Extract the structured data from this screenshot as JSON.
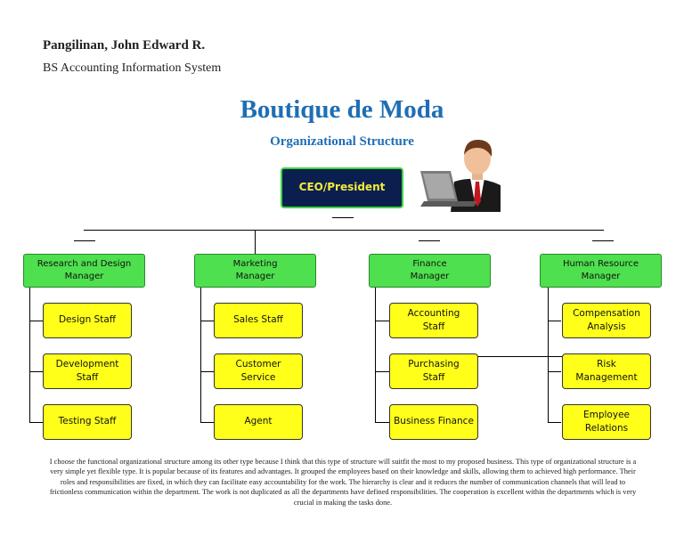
{
  "header": {
    "author": "Pangilinan, John Edward R.",
    "program": "BS Accounting Information System"
  },
  "title": "Boutique de Moda",
  "subtitle": "Organizational Structure",
  "ceo": {
    "label": "CEO/President"
  },
  "departments": [
    {
      "manager": [
        "Research and Design",
        "Manager"
      ],
      "staff": [
        [
          "Design Staff"
        ],
        [
          "Development",
          "Staff"
        ],
        [
          "Testing Staff"
        ]
      ]
    },
    {
      "manager": [
        "Marketing",
        "Manager"
      ],
      "staff": [
        [
          "Sales Staff"
        ],
        [
          "Customer",
          "Service"
        ],
        [
          "Agent"
        ]
      ]
    },
    {
      "manager": [
        "Finance",
        "Manager"
      ],
      "staff": [
        [
          "Accounting",
          "Staff"
        ],
        [
          "Purchasing",
          "Staff"
        ],
        [
          "Business Finance"
        ]
      ]
    },
    {
      "manager": [
        "Human Resource",
        "Manager"
      ],
      "staff": [
        [
          "Compensation",
          "Analysis"
        ],
        [
          "Risk",
          "Management"
        ],
        [
          "Employee",
          "Relations"
        ]
      ]
    }
  ],
  "description": "I choose the functional organizational structure among its other type because I think that this type of structure will suitfit the most to my proposed business. This type of organizational structure is a very simple yet flexible type. It is popular because of its features and advantages. It grouped the employees based on their knowledge and skills, allowing them to achieved high performance. Their roles and responsibilities are fixed, in which they can facilitate easy accountability for the work. The hierarchy is clear and it reduces the number of communication channels that will lead to frictionless communication within the department. The work is not duplicated as all the departments have defined responsibilities. The cooperation is excellent within the departments which is very crucial in making the tasks done.",
  "colors": {
    "title": "#1f6eb5",
    "ceo_fill": "#0b1f4f",
    "ceo_border": "#3fd33f",
    "ceo_text": "#f2ea3a",
    "manager_fill": "#4ee04e",
    "staff_fill": "#ffff1a"
  },
  "icons": {
    "ceo_illustration": "businessman-at-laptop-icon"
  }
}
